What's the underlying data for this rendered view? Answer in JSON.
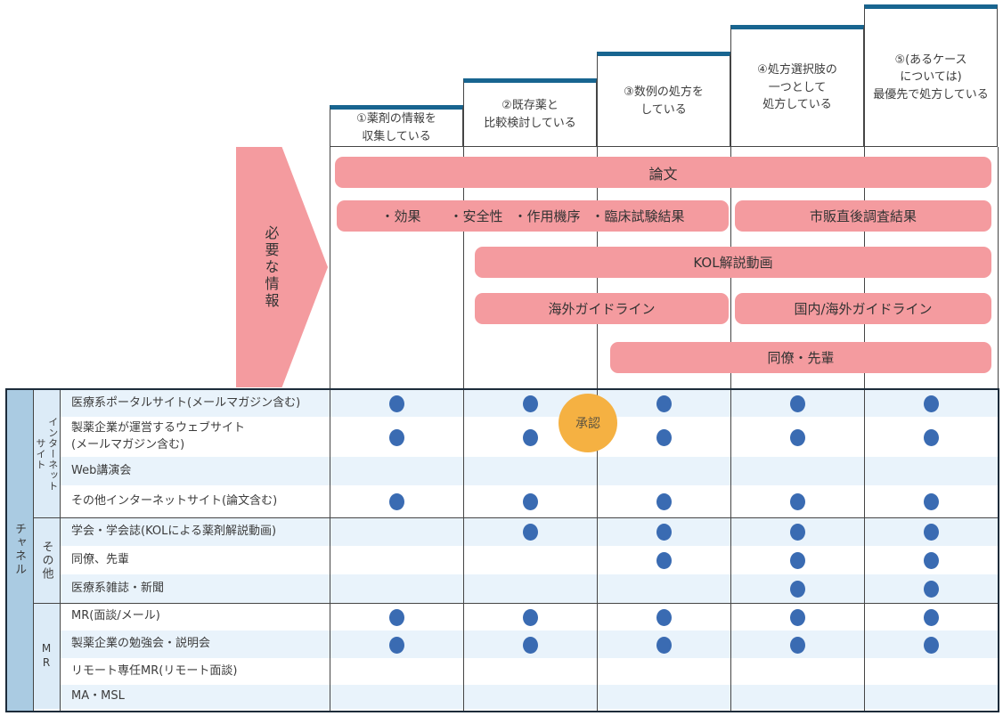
{
  "stages": [
    {
      "label": "①薬剤の情報を\n収集している"
    },
    {
      "label": "②既存薬と\n比較検討している"
    },
    {
      "label": "③数例の処方を\nしている"
    },
    {
      "label": "④処方選択肢の\n一つとして\n処方している"
    },
    {
      "label": "⑤(あるケース\nについては)\n最優先で処方している"
    }
  ],
  "info_arrow_label": "必要な情報",
  "info_bars": [
    {
      "label": "論文",
      "stages": "1-5"
    },
    {
      "items": [
        "・効果",
        "・安全性",
        "・作用機序",
        "・臨床試験結果"
      ],
      "stages": "1-3"
    },
    {
      "label": "市販直後調査結果",
      "stages": "4-5"
    },
    {
      "label": "KOL解説動画",
      "stages": "2-5"
    },
    {
      "label": "海外ガイドライン",
      "stages": "2-3"
    },
    {
      "label": "国内/海外ガイドライン",
      "stages": "4-5"
    },
    {
      "label": "同僚・先輩",
      "stages": "3-5"
    }
  ],
  "approval_badge": "承認",
  "table": {
    "channel_label": "チャネル",
    "groups": [
      {
        "label": "インターネットサイト",
        "label_display": "インターネット\nサイト",
        "rows": [
          {
            "label": "医療系ポータルサイト(メールマガジン含む)",
            "dots": [
              1,
              1,
              1,
              1,
              1
            ]
          },
          {
            "label": "製薬企業が運営するウェブサイト\n(メールマガジン含む)",
            "dots": [
              1,
              1,
              1,
              1,
              1
            ]
          },
          {
            "label": "Web講演会",
            "dots": [
              0,
              0,
              0,
              0,
              0
            ]
          },
          {
            "label": "その他インターネットサイト(論文含む)",
            "dots": [
              1,
              1,
              1,
              1,
              1
            ]
          }
        ]
      },
      {
        "label": "その他",
        "label_display": "その他",
        "rows": [
          {
            "label": "学会・学会誌(KOLによる薬剤解説動画)",
            "dots": [
              0,
              1,
              1,
              1,
              1
            ]
          },
          {
            "label": "同僚、先輩",
            "dots": [
              0,
              0,
              1,
              1,
              1
            ]
          },
          {
            "label": "医療系雑誌・新聞",
            "dots": [
              0,
              0,
              0,
              1,
              1
            ]
          }
        ]
      },
      {
        "label": "MR",
        "label_display": "MR",
        "rows": [
          {
            "label": "MR(面談/メール)",
            "dots": [
              1,
              1,
              1,
              1,
              1
            ]
          },
          {
            "label": "製薬企業の勉強会・説明会",
            "dots": [
              1,
              1,
              1,
              1,
              1
            ]
          },
          {
            "label": "リモート専任MR(リモート面談)",
            "dots": [
              0,
              0,
              0,
              0,
              0
            ]
          },
          {
            "label": "MA・MSL",
            "dots": [
              0,
              0,
              0,
              0,
              0
            ]
          }
        ]
      }
    ]
  },
  "colors": {
    "pink": "#F49B9F",
    "header_border_blue": "#186590",
    "dot_blue": "#3A6BB2",
    "channel_bg": "#AACBE2",
    "group_bg": "#DCEBF7",
    "stripe_bg": "#E9F3FB",
    "badge_orange": "#F5B142",
    "line_dark": "#454545",
    "outer_border": "#1C2B3A",
    "text_dark": "#3C3C3C"
  }
}
